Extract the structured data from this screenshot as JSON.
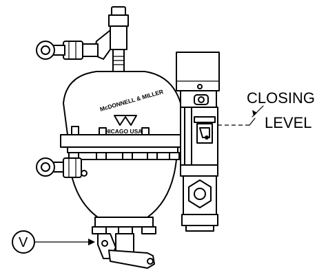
{
  "labels": {
    "closing_line1": "CLOSING",
    "closing_line2": "LEVEL",
    "valve_marker": "V"
  },
  "brand": {
    "maker": "McDONNELL & MILLER",
    "city": "CHICAGO USA"
  },
  "colors": {
    "line": "#000000",
    "background": "#ffffff"
  }
}
